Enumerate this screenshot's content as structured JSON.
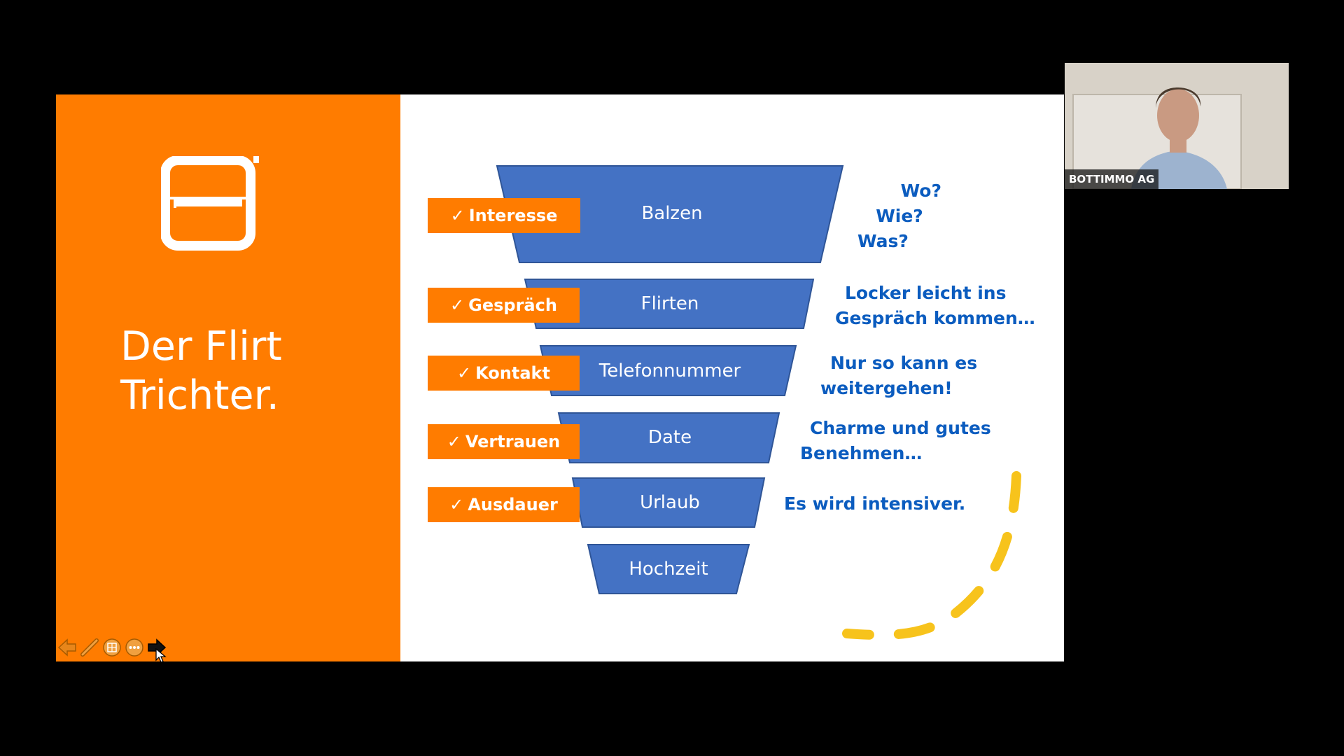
{
  "slide": {
    "title_lines": [
      "Der Flirt",
      "Trichter."
    ]
  },
  "funnel": [
    {
      "stage": "Balzen",
      "label": "Interesse",
      "note": [
        "Wo?",
        "Wie?",
        "Was?"
      ]
    },
    {
      "stage": "Flirten",
      "label": "Gespräch",
      "note": [
        "Locker leicht ins",
        "Gespräch kommen…"
      ]
    },
    {
      "stage": "Telefonnummer",
      "label": "Kontakt",
      "note": [
        "Nur so kann es",
        "weitergehen!"
      ]
    },
    {
      "stage": "Date",
      "label": "Vertrauen",
      "note": [
        "Charme und gutes",
        "Benehmen…"
      ]
    },
    {
      "stage": "Urlaub",
      "label": "Ausdauer",
      "note": [
        "Es wird intensiver."
      ]
    },
    {
      "stage": "Hochzeit",
      "label": "",
      "note": []
    }
  ],
  "check_mark": "✓",
  "webcam": {
    "participant_name": "BOTTIMMO AG"
  },
  "toolbar": {
    "icons": [
      "arrow-left-icon",
      "pen-icon",
      "slides-grid-icon",
      "more-options-icon",
      "arrow-right-icon"
    ]
  },
  "colors": {
    "orange": "#ff7c00",
    "funnel_blue": "#4472c4",
    "note_blue": "#0b5cbf",
    "dash_yellow": "#f7c31c"
  }
}
